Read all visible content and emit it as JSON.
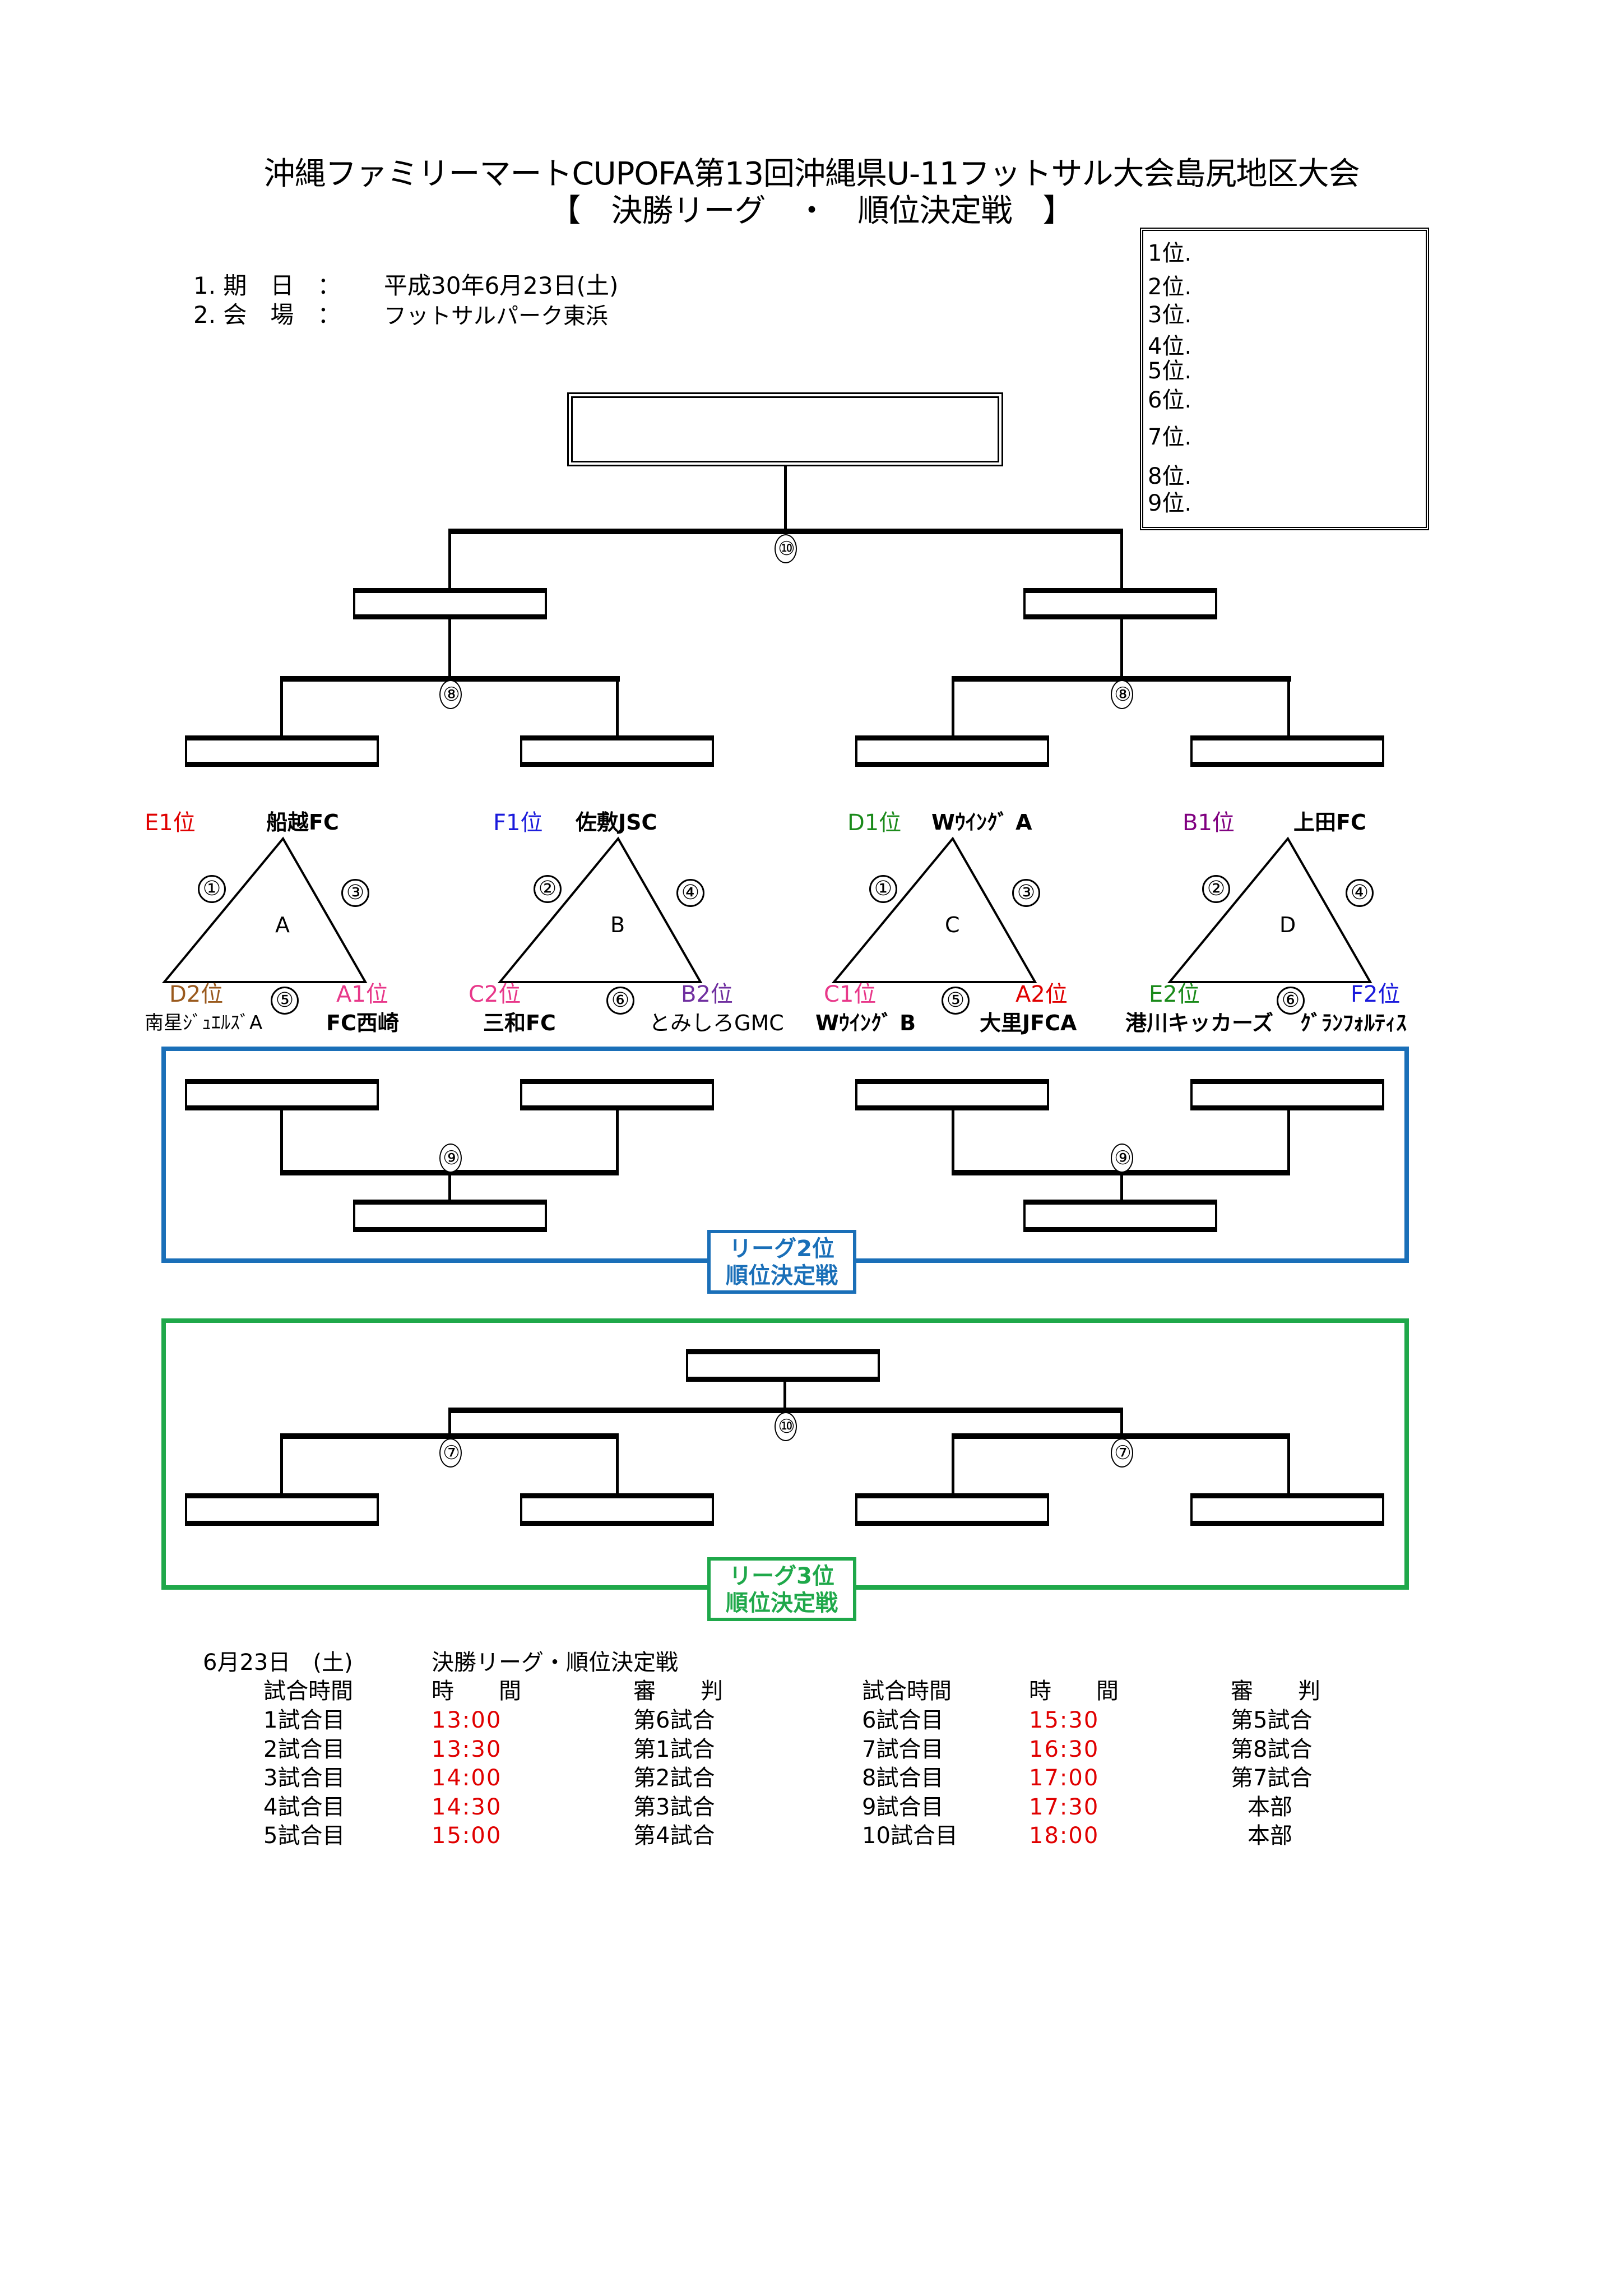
{
  "header": {
    "title_line1": "沖縄ファミリーマートCUPOFA第13回沖縄県U-11フットサル大会島尻地区大会",
    "title_line2": "【　決勝リーグ　・　順位決定戦　】"
  },
  "info": {
    "date_label": "1. 期　日　：",
    "date_value": "平成30年6月23日(土)",
    "venue_label": "2. 会　場　：",
    "venue_value": "フットサルパーク東浜"
  },
  "rankings": [
    "1位.",
    "2位.",
    "3位.",
    "4位.",
    "5位.",
    "6位.",
    "7位.",
    "8位.",
    "9位."
  ],
  "final_bracket": {
    "final_match": "⑩",
    "semi_match_left": "⑧",
    "semi_match_right": "⑧"
  },
  "groups": [
    {
      "letter": "A",
      "top": {
        "seed": "E1位",
        "seed_color": "#e00000",
        "team": "船越FC"
      },
      "bottom_left": {
        "seed": "D2位",
        "seed_color": "#9a5a1e",
        "team": "南星ｼﾞｭｴﾙｽﾞA"
      },
      "bottom_right": {
        "seed": "A1位",
        "seed_color": "#e8388a",
        "team": "FC西崎"
      },
      "match_left": "①",
      "match_right": "③",
      "match_bottom": "⑤"
    },
    {
      "letter": "B",
      "top": {
        "seed": "F1位",
        "seed_color": "#1a1adc",
        "team": "佐敷JSC"
      },
      "bottom_left": {
        "seed": "C2位",
        "seed_color": "#e8388a",
        "team": "三和FC"
      },
      "bottom_right": {
        "seed": "B2位",
        "seed_color": "#7030a0",
        "team": "とみしろGMC"
      },
      "match_left": "②",
      "match_right": "④",
      "match_bottom": "⑥"
    },
    {
      "letter": "C",
      "top": {
        "seed": "D1位",
        "seed_color": "#1a8a1a",
        "team": "Wｳｲﾝｸﾞ A"
      },
      "bottom_left": {
        "seed": "C1位",
        "seed_color": "#e8388a",
        "team": "Wｳｲﾝｸﾞ B"
      },
      "bottom_right": {
        "seed": "A2位",
        "seed_color": "#e00000",
        "team": "大里JFCA"
      },
      "match_left": "①",
      "match_right": "③",
      "match_bottom": "⑤"
    },
    {
      "letter": "D",
      "top": {
        "seed": "B1位",
        "seed_color": "#800080",
        "team": "上田FC"
      },
      "bottom_left": {
        "seed": "E2位",
        "seed_color": "#1a8a1a",
        "team": "港川キッカーズ"
      },
      "bottom_right": {
        "seed": "F2位",
        "seed_color": "#1a1adc",
        "team": "ｸﾞﾗﾝﾌｫﾙﾃｨｽ"
      },
      "match_left": "②",
      "match_right": "④",
      "match_bottom": "⑥"
    }
  ],
  "second_place": {
    "label_line1": "リーグ2位",
    "label_line2": "順位決定戦",
    "color": "#1a6fb8",
    "match_left": "⑨",
    "match_right": "⑨"
  },
  "third_place": {
    "label_line1": "リーグ3位",
    "label_line2": "順位決定戦",
    "color": "#1fa84a",
    "match_final": "⑩",
    "match_left": "⑦",
    "match_right": "⑦"
  },
  "schedule": {
    "date": "6月23日　(土)",
    "heading": "決勝リーグ・順位決定戦",
    "headers": {
      "match": "試合時間",
      "time": "時　　間",
      "referee": "審　　判"
    },
    "left": [
      {
        "match": "1試合目",
        "time": "13:00",
        "referee": "第6試合"
      },
      {
        "match": "2試合目",
        "time": "13:30",
        "referee": "第1試合"
      },
      {
        "match": "3試合目",
        "time": "14:00",
        "referee": "第2試合"
      },
      {
        "match": "4試合目",
        "time": "14:30",
        "referee": "第3試合"
      },
      {
        "match": "5試合目",
        "time": "15:00",
        "referee": "第4試合"
      }
    ],
    "right": [
      {
        "match": "6試合目",
        "time": "15:30",
        "referee": "第5試合"
      },
      {
        "match": "7試合目",
        "time": "16:30",
        "referee": "第8試合"
      },
      {
        "match": "8試合目",
        "time": "17:00",
        "referee": "第7試合"
      },
      {
        "match": "9試合目",
        "time": "17:30",
        "referee": "本部"
      },
      {
        "match": "10試合目",
        "time": "18:00",
        "referee": "本部"
      }
    ]
  }
}
